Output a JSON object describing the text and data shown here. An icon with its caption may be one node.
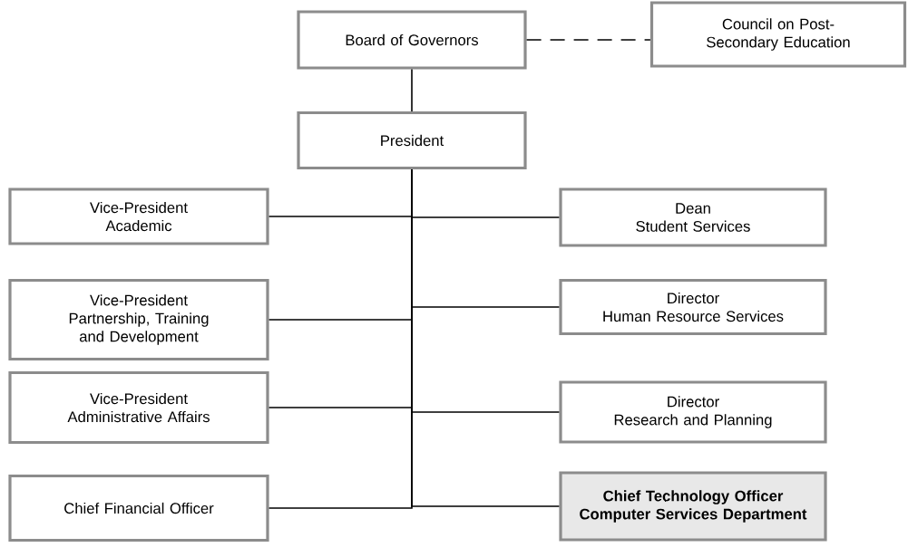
{
  "diagram": {
    "nodes": [
      {
        "text": [
          "Board of Governors"
        ]
      },
      {
        "text": [
          "Council on Post-Secondary Education"
        ]
      },
      {
        "text": [
          "President"
        ]
      },
      {
        "text": [
          "Vice-President",
          "Academic"
        ]
      },
      {
        "text": [
          "Vice-President",
          "Partnership, Training and Development"
        ]
      },
      {
        "text": [
          "Vice-President",
          "Administrative Affairs"
        ]
      },
      {
        "text": [
          "Chief Financial Officer"
        ]
      },
      {
        "text": [
          "Dean",
          "Student Services"
        ]
      },
      {
        "text": [
          "Director",
          "Human Resource Services"
        ]
      },
      {
        "text": [
          "Director",
          "Research and Planning"
        ]
      },
      {
        "text": [
          "Chief Technology Officer",
          "Computer Services Department"
        ]
      }
    ],
    "edges": [
      {
        "from": 0,
        "to": 1,
        "arrow": "none",
        "style": "dashed"
      },
      {
        "from": 0,
        "to": 2,
        "arrow": "none"
      },
      {
        "from": 2,
        "to": 3,
        "arrow": "none"
      },
      {
        "from": 2,
        "to": 7,
        "arrow": "none"
      },
      {
        "from": 2,
        "to": 4,
        "arrow": "none"
      },
      {
        "from": 2,
        "to": 8,
        "arrow": "none"
      },
      {
        "from": 2,
        "to": 5,
        "arrow": "none"
      },
      {
        "from": 2,
        "to": 9,
        "arrow": "none"
      },
      {
        "from": 2,
        "to": 6,
        "arrow": "none"
      },
      {
        "from": 2,
        "to": 10,
        "arrow": "none"
      }
    ]
  }
}
